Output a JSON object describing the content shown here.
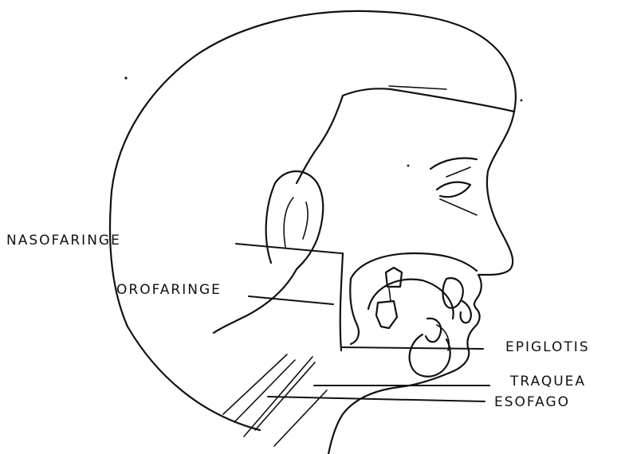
{
  "labels": {
    "nasofaringe": "NASOFARINGE",
    "orofaringe": "OROFARINGE",
    "epiglotis": "EPIGLOTIS",
    "traquea": "TRAQUEA",
    "esofago": "ESOFAGO"
  },
  "colors": {
    "ink": "#111111",
    "background": "#ffffff"
  }
}
